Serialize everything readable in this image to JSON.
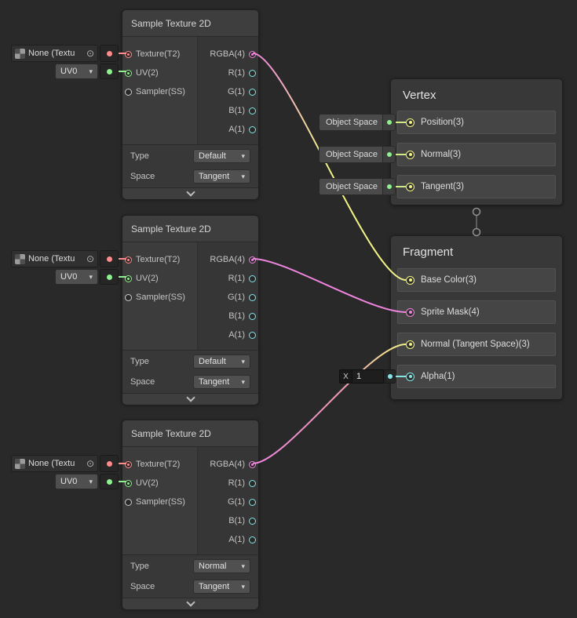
{
  "icons": {
    "dropdown_arrow": "▾",
    "object_picker": "⊙"
  },
  "colors": {
    "background": "#292929",
    "texture2d_port": "#ff8b8b",
    "vector2_port": "#8ef08e",
    "vector3_port": "#f2f287",
    "vector4_port": "#ee85dd",
    "float_port": "#84e4e7",
    "sampler_port": "#cbcbcb"
  },
  "samples": [
    {
      "title": "Sample Texture 2D",
      "texture_field": "None (Textu",
      "uv_field": "UV0",
      "inputs": [
        "Texture(T2)",
        "UV(2)",
        "Sampler(SS)"
      ],
      "outputs": [
        "RGBA(4)",
        "R(1)",
        "G(1)",
        "B(1)",
        "A(1)"
      ],
      "type_label": "Type",
      "type_value": "Default",
      "space_label": "Space",
      "space_value": "Tangent"
    },
    {
      "title": "Sample Texture 2D",
      "texture_field": "None (Textu",
      "uv_field": "UV0",
      "inputs": [
        "Texture(T2)",
        "UV(2)",
        "Sampler(SS)"
      ],
      "outputs": [
        "RGBA(4)",
        "R(1)",
        "G(1)",
        "B(1)",
        "A(1)"
      ],
      "type_label": "Type",
      "type_value": "Default",
      "space_label": "Space",
      "space_value": "Tangent"
    },
    {
      "title": "Sample Texture 2D",
      "texture_field": "None (Textu",
      "uv_field": "UV0",
      "inputs": [
        "Texture(T2)",
        "UV(2)",
        "Sampler(SS)"
      ],
      "outputs": [
        "RGBA(4)",
        "R(1)",
        "G(1)",
        "B(1)",
        "A(1)"
      ],
      "type_label": "Type",
      "type_value": "Normal",
      "space_label": "Space",
      "space_value": "Tangent"
    }
  ],
  "vertex": {
    "title": "Vertex",
    "blocks": [
      {
        "label": "Position(3)",
        "binding": "Object Space"
      },
      {
        "label": "Normal(3)",
        "binding": "Object Space"
      },
      {
        "label": "Tangent(3)",
        "binding": "Object Space"
      }
    ]
  },
  "fragment": {
    "title": "Fragment",
    "blocks": [
      {
        "label": "Base Color(3)"
      },
      {
        "label": "Sprite Mask(4)"
      },
      {
        "label": "Normal (Tangent Space)(3)"
      },
      {
        "label": "Alpha(1)"
      }
    ],
    "alpha_input": {
      "label": "X",
      "value": "1"
    }
  }
}
